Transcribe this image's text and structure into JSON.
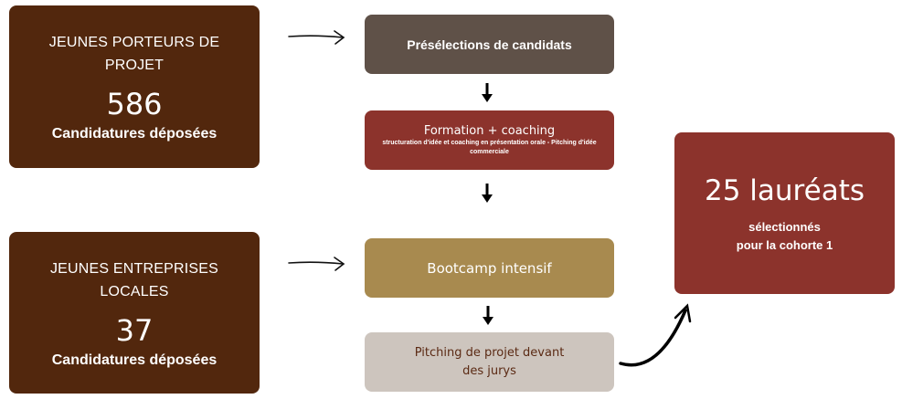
{
  "sources": [
    {
      "title": "JEUNES PORTEURS DE PROJET",
      "count": "586",
      "subtitle": "Candidatures déposées"
    },
    {
      "title": "JEUNES ENTREPRISES LOCALES",
      "count": "37",
      "subtitle": "Candidatures déposées"
    }
  ],
  "steps": {
    "preselection": "Présélections de candidats",
    "formation_title": "Formation + coaching",
    "formation_desc": "structuration d'idée et coaching en présentation orale - Pitching d'idée commerciale",
    "bootcamp": "Bootcamp intensif",
    "pitching": "Pitching de projet devant des jurys"
  },
  "result": {
    "headline": "25 lauréats",
    "line1": "sélectionnés",
    "line2": "pour  la cohorte 1"
  },
  "colors": {
    "source_box": "#52270d",
    "preselection": "#5f5148",
    "formation": "#8c332c",
    "bootcamp": "#a88a4f",
    "pitching": "#cdc5be",
    "result": "#8c332c"
  }
}
